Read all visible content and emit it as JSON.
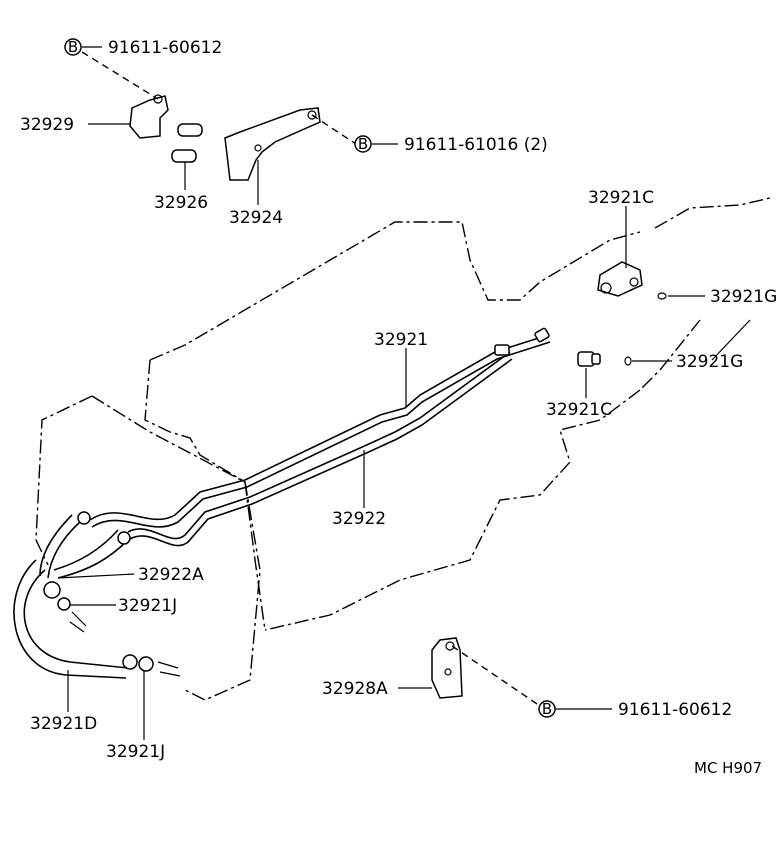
{
  "callouts": {
    "bolt_top": "91611-60612",
    "bracket_left": "32929",
    "bracket_right_bolt": "91611-61016 (2)",
    "sleeve": "32926",
    "bracket_mid": "32924",
    "union_top": "32921C",
    "washer_top": "32921G",
    "pipe_upper": "32921",
    "washer_mid": "32921G",
    "union_mid": "32921C",
    "pipe_lower": "32922",
    "hose_a": "32922A",
    "clamp_upper": "32921J",
    "bracket_bottom": "32928A",
    "bolt_bottom": "91611-60612",
    "hose_d": "32921D",
    "clamp_lower": "32921J"
  },
  "bolt_symbol": "B",
  "diagram_code": "MC  H907"
}
